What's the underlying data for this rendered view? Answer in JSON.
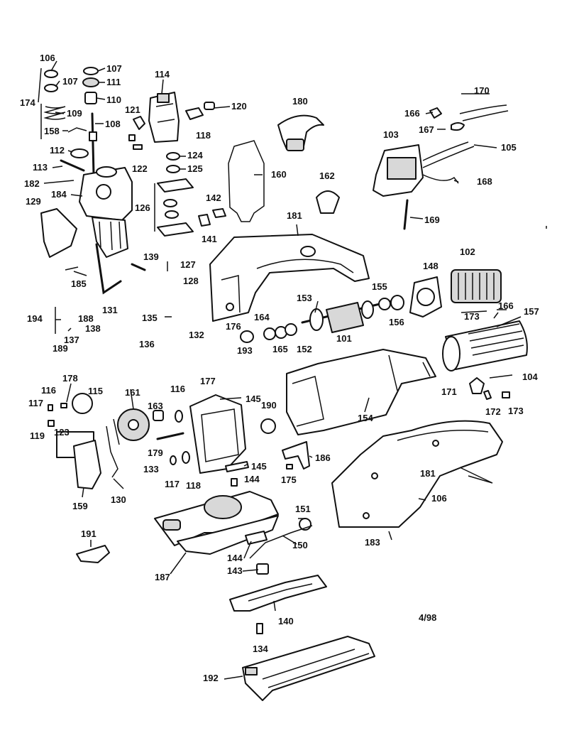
{
  "diagram": {
    "date_code": "4/98",
    "labels": [
      "106",
      "107",
      "107",
      "111",
      "110",
      "174",
      "109",
      "158",
      "108",
      "112",
      "113",
      "182",
      "184",
      "129",
      "114",
      "121",
      "118",
      "120",
      "122",
      "124",
      "125",
      "126",
      "142",
      "141",
      "160",
      "180",
      "170",
      "166",
      "167",
      "103",
      "105",
      "162",
      "168",
      "169",
      "181",
      "139",
      "127",
      "128",
      "185",
      "131",
      "135",
      "132",
      "136",
      "194",
      "188",
      "138",
      "189",
      "137",
      "176",
      "164",
      "193",
      "165",
      "152",
      "153",
      "101",
      "155",
      "156",
      "148",
      "102",
      "173",
      "166",
      "157",
      "178",
      "116",
      "115",
      "117",
      "119",
      "123",
      "161",
      "163",
      "116",
      "177",
      "145",
      "190",
      "179",
      "133",
      "117",
      "118",
      "145",
      "144",
      "159",
      "130",
      "154",
      "186",
      "175",
      "171",
      "104",
      "172",
      "173",
      "181",
      "106",
      "151",
      "150",
      "183",
      "191",
      "144",
      "187",
      "143",
      "140",
      "134",
      "192"
    ]
  }
}
